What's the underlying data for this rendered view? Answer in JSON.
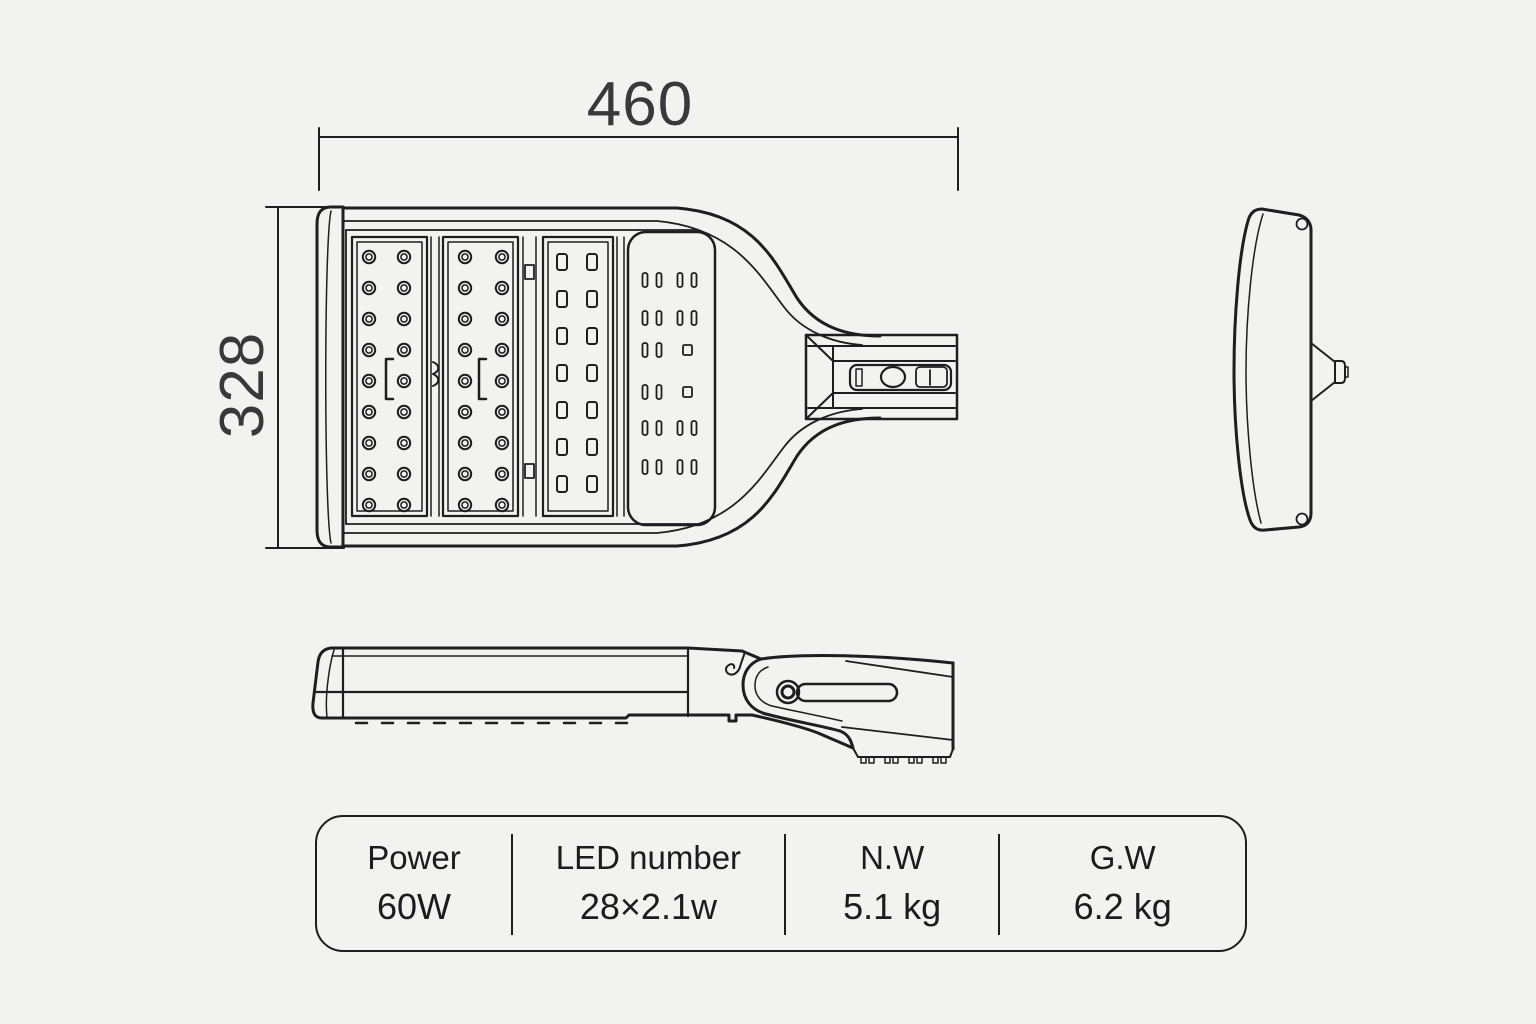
{
  "colors": {
    "background": "#f2f2f0",
    "line": "#1e1e20",
    "dimension_text": "#39393b"
  },
  "dimensions": {
    "width": "460",
    "height": "328"
  },
  "spec_table": {
    "columns": [
      {
        "label": "Power",
        "value": "60W"
      },
      {
        "label": "LED number",
        "value": "28×2.1w"
      },
      {
        "label": "N.W",
        "value": "5.1 kg"
      },
      {
        "label": "G.W",
        "value": "6.2 kg"
      }
    ]
  }
}
